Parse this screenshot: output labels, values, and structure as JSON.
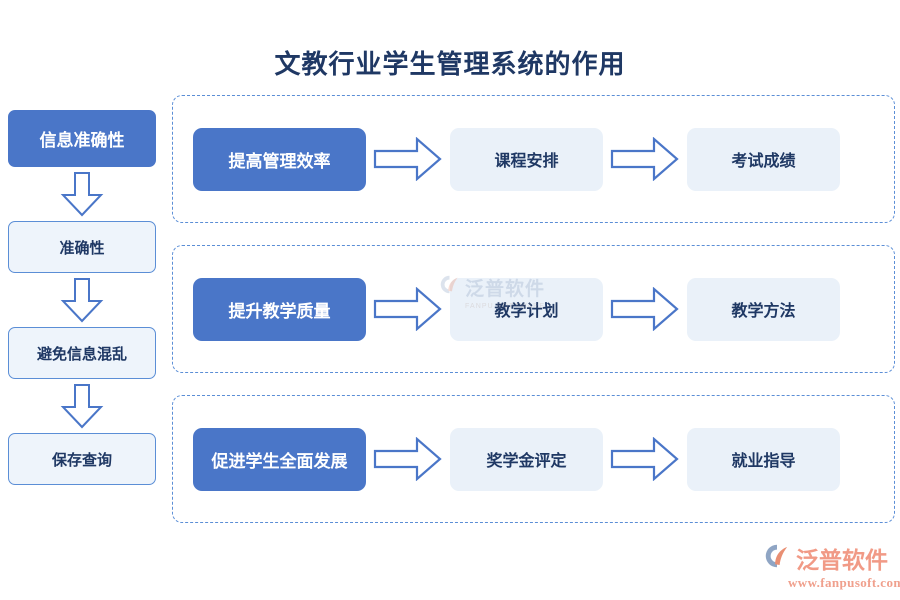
{
  "title": "文教行业学生管理系统的作用",
  "colors": {
    "primary_blue": "#4A76C8",
    "light_blue_fill": "#EAF1F9",
    "border_blue": "#5B8ED6",
    "title_navy": "#1F3864",
    "brand_salmon": "#F19A86",
    "brand_gray": "#8FA5C4"
  },
  "left_flow": {
    "steps": [
      {
        "label": "信息准确性",
        "style": "primary"
      },
      {
        "label": "准确性",
        "style": "light"
      },
      {
        "label": "避免信息混乱",
        "style": "light"
      },
      {
        "label": "保存查询",
        "style": "light"
      }
    ],
    "connector_icon": "arrow-down-icon"
  },
  "groups": [
    {
      "id": "group-1",
      "steps": [
        {
          "label": "提高管理效率",
          "style": "primary"
        },
        {
          "label": "课程安排",
          "style": "light"
        },
        {
          "label": "考试成绩",
          "style": "light"
        }
      ],
      "connector_icon": "arrow-right-icon"
    },
    {
      "id": "group-2",
      "steps": [
        {
          "label": "提升教学质量",
          "style": "primary"
        },
        {
          "label": "教学计划",
          "style": "light"
        },
        {
          "label": "教学方法",
          "style": "light"
        }
      ],
      "connector_icon": "arrow-right-icon"
    },
    {
      "id": "group-3",
      "steps": [
        {
          "label": "促进学生全面发展",
          "style": "primary"
        },
        {
          "label": "奖学金评定",
          "style": "light"
        },
        {
          "label": "就业指导",
          "style": "light"
        }
      ],
      "connector_icon": "arrow-right-icon"
    }
  ],
  "watermark": {
    "name": "泛普软件",
    "subtitle": "FANPU SOFTWARE",
    "icon": "fanpu-logo-icon"
  },
  "brand": {
    "name": "泛普软件",
    "url": "www.fanpusoft.com",
    "icon": "fanpu-logo-icon"
  }
}
